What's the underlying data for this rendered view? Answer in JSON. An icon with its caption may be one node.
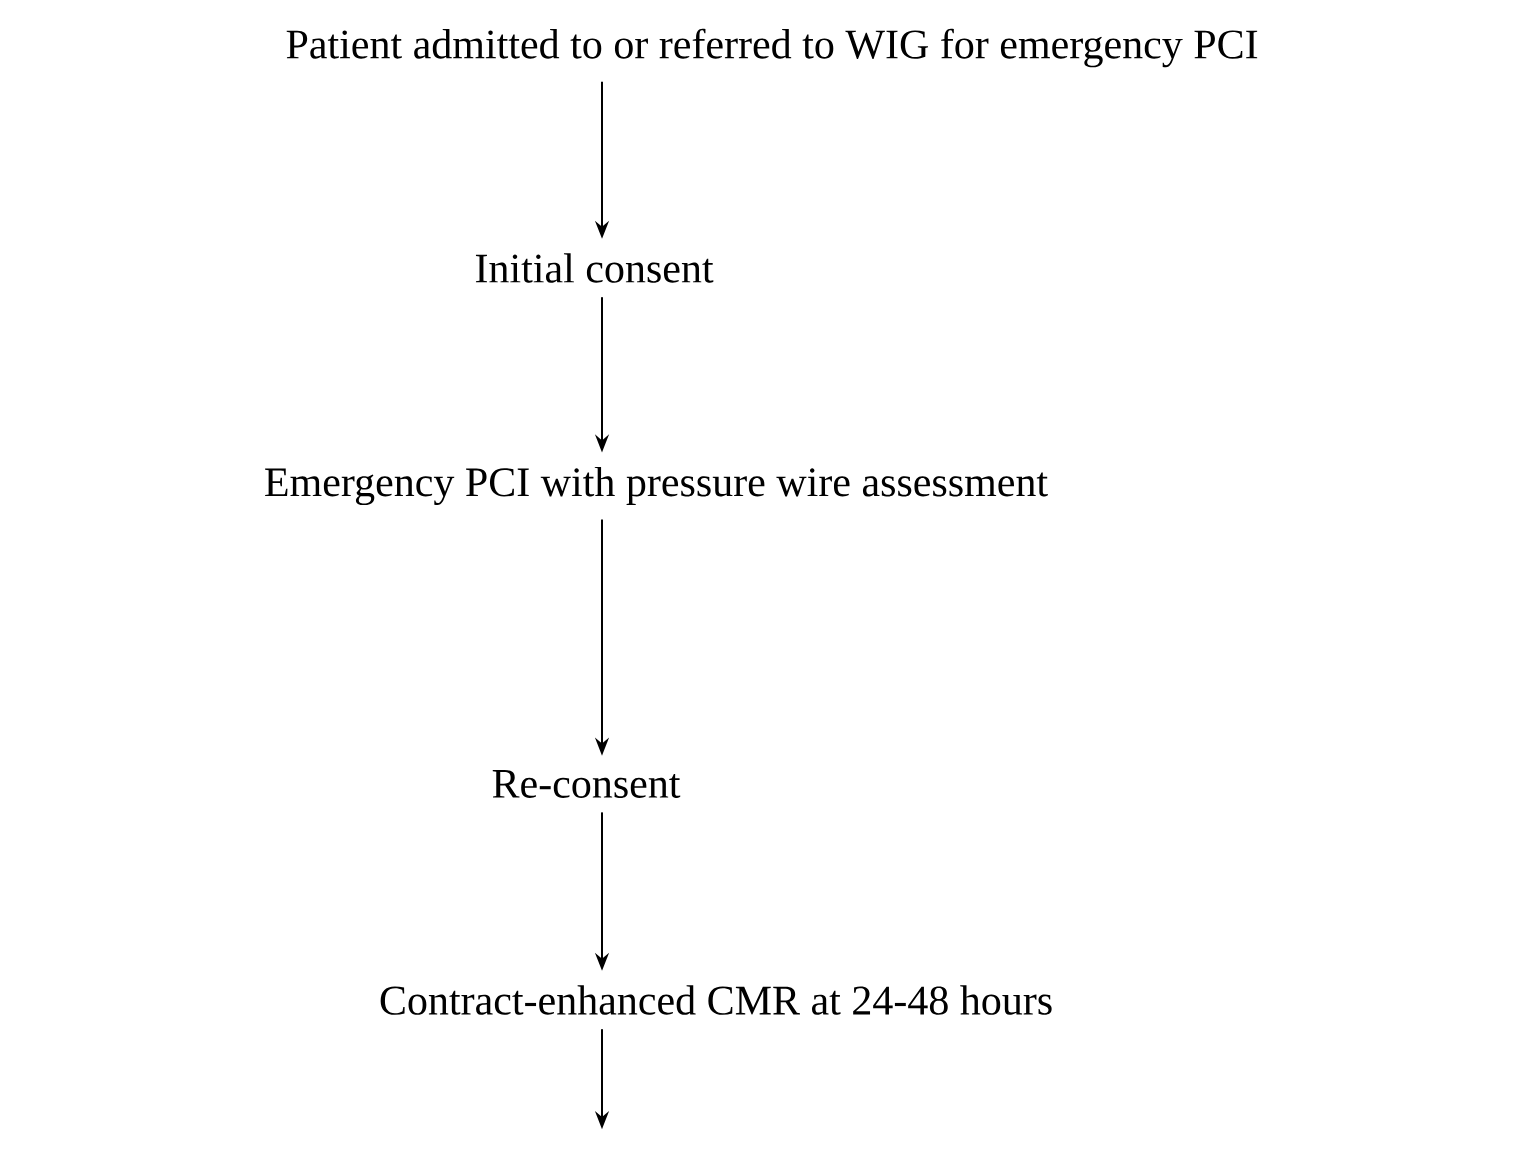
{
  "diagram": {
    "nodes": [
      {
        "text": [
          "Patient admitted to or referred to WIG for emergency PCI"
        ]
      },
      {
        "text": [
          "Initial consent"
        ]
      },
      {
        "text": [
          "Emergency PCI with pressure wire assessment"
        ]
      },
      {
        "text": [
          "Re-consent"
        ]
      },
      {
        "text": [
          "Contract-enhanced CMR at 24-48 hours"
        ]
      }
    ],
    "edges": [
      {
        "from": 0,
        "to": 1,
        "arrow": "to"
      },
      {
        "from": 1,
        "to": 2,
        "arrow": "to"
      },
      {
        "from": 2,
        "to": 3,
        "arrow": "to"
      },
      {
        "from": 3,
        "to": 4,
        "arrow": "to"
      },
      {
        "from": 4,
        "to": null,
        "arrow": "to"
      }
    ]
  }
}
